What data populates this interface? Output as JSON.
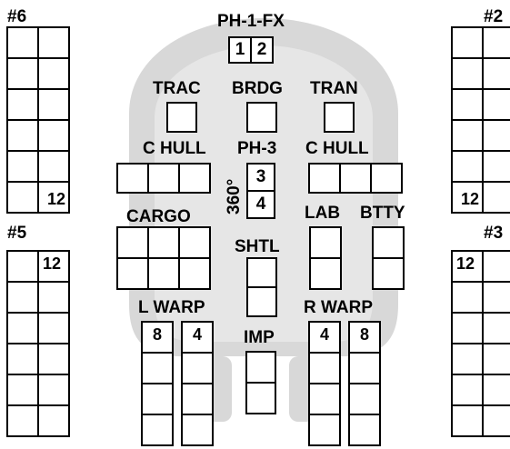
{
  "sheet": {
    "shield_labels": [
      "#6",
      "#2",
      "#5",
      "#3"
    ],
    "shield_counts": {
      "s6": "12",
      "s2": "12",
      "s5": "12",
      "s3": "12"
    },
    "phaser_1_fx": {
      "label": "PH-1-FX",
      "mounts": [
        "1",
        "2"
      ]
    },
    "trac": "TRAC",
    "brdg": "BRDG",
    "tran": "TRAN",
    "c_hull_left": "C HULL",
    "c_hull_right": "C HULL",
    "phaser_3": {
      "label": "PH-3",
      "arc": "360°",
      "mounts": [
        "3",
        "4"
      ]
    },
    "cargo": "CARGO",
    "lab": "LAB",
    "btty": "BTTY",
    "shtl": "SHTL",
    "l_warp": {
      "label": "L WARP",
      "columns": [
        "8",
        "4"
      ]
    },
    "r_warp": {
      "label": "R WARP",
      "columns": [
        "4",
        "8"
      ]
    },
    "imp": "IMP"
  },
  "colors": {
    "hull_silhouette": "#d4d4d4",
    "grid_line": "#000000",
    "box_fill": "#ffffff"
  }
}
